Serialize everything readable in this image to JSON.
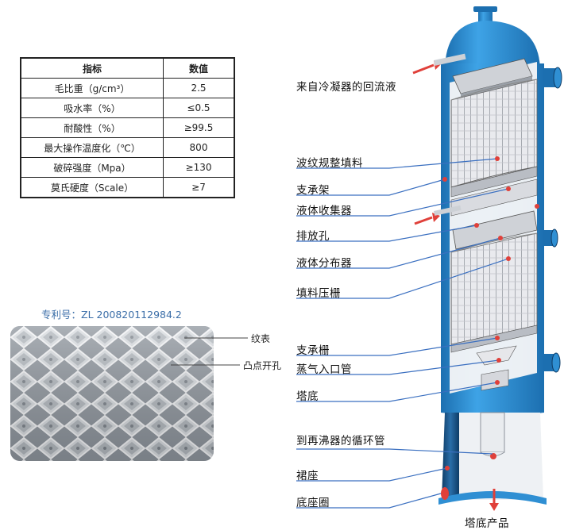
{
  "table": {
    "headers": [
      "指标",
      "数值"
    ],
    "rows": [
      {
        "key": "毛比重（g/cm³）",
        "value": "2.5"
      },
      {
        "key": "吸水率（%）",
        "value": "≤0.5"
      },
      {
        "key": "耐酸性（%）",
        "value": "≥99.5"
      },
      {
        "key": "最大操作温度化（℃）",
        "value": "800"
      },
      {
        "key": "破碎强度（Mpa）",
        "value": "≥130"
      },
      {
        "key": "莫氏硬度（Scale）",
        "value": "≥7"
      }
    ]
  },
  "patent": "专利号：ZL 200820112984.2",
  "photo_labels": {
    "surface": "纹表",
    "hole": "凸点开孔"
  },
  "column_labels": {
    "reflux": "来自冷凝器的回流液",
    "packing": "波纹规整填料",
    "support": "支承架",
    "collector": "液体收集器",
    "drain": "排放孔",
    "distributor": "液体分布器",
    "hold_down": "填料压栅",
    "support_grid": "支承栅",
    "steam_inlet": "蒸气入口管",
    "bottom": "塔底",
    "reboiler": "到再沸器的循环管",
    "skirt": "裙座",
    "base_ring": "底座圈",
    "bottom_product": "塔底产品"
  },
  "colors": {
    "vessel": "#2f8fd3",
    "vessel_dark": "#1c6fb0",
    "packing": "#e8e9ec",
    "arrow": "#e0403a",
    "leader": "#3a6fc0",
    "patent": "#3b6ea8"
  }
}
